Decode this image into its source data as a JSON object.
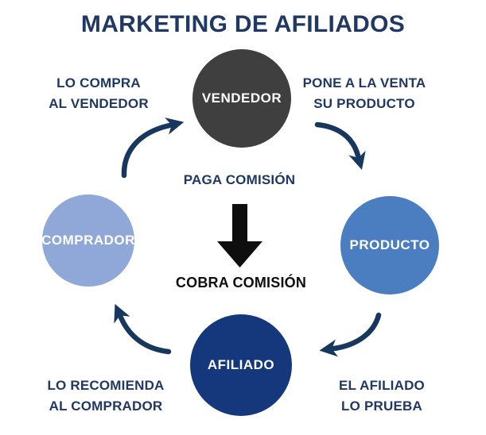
{
  "title": "MARKETING DE AFILIADOS",
  "colors": {
    "background": "#ffffff",
    "title_text": "#1f3864",
    "edge_label_text": "#1f3864",
    "cobra_comision_text": "#0e0e0e",
    "curved_arrow": "#17375e",
    "center_down_arrow": "#0e0e0e",
    "node_label_text": "#ffffff",
    "node_vendedor": "#3f3f3f",
    "node_producto": "#4a7ec0",
    "node_afiliado": "#15387d",
    "node_comprador": "#8fa8d8"
  },
  "nodes": {
    "vendedor": {
      "label": "VENDEDOR",
      "color": "#3f3f3f"
    },
    "producto": {
      "label": "PRODUCTO",
      "color": "#4a7ec0"
    },
    "afiliado": {
      "label": "AFILIADO",
      "color": "#15387d"
    },
    "comprador": {
      "label": "COMPRADOR",
      "color": "#8fa8d8"
    }
  },
  "labels": {
    "top_left": {
      "line1": "LO COMPRA",
      "line2": "AL VENDEDOR"
    },
    "top_right": {
      "line1": "PONE A LA VENTA",
      "line2": "SU PRODUCTO"
    },
    "center_top": {
      "text": "PAGA COMISIÓN"
    },
    "center_bottom": {
      "text": "COBRA COMISIÓN"
    },
    "bottom_left": {
      "line1": "LO RECOMIENDA",
      "line2": "AL COMPRADOR"
    },
    "bottom_right": {
      "line1": "EL AFILIADO",
      "line2": "LO PRUEBA"
    }
  }
}
